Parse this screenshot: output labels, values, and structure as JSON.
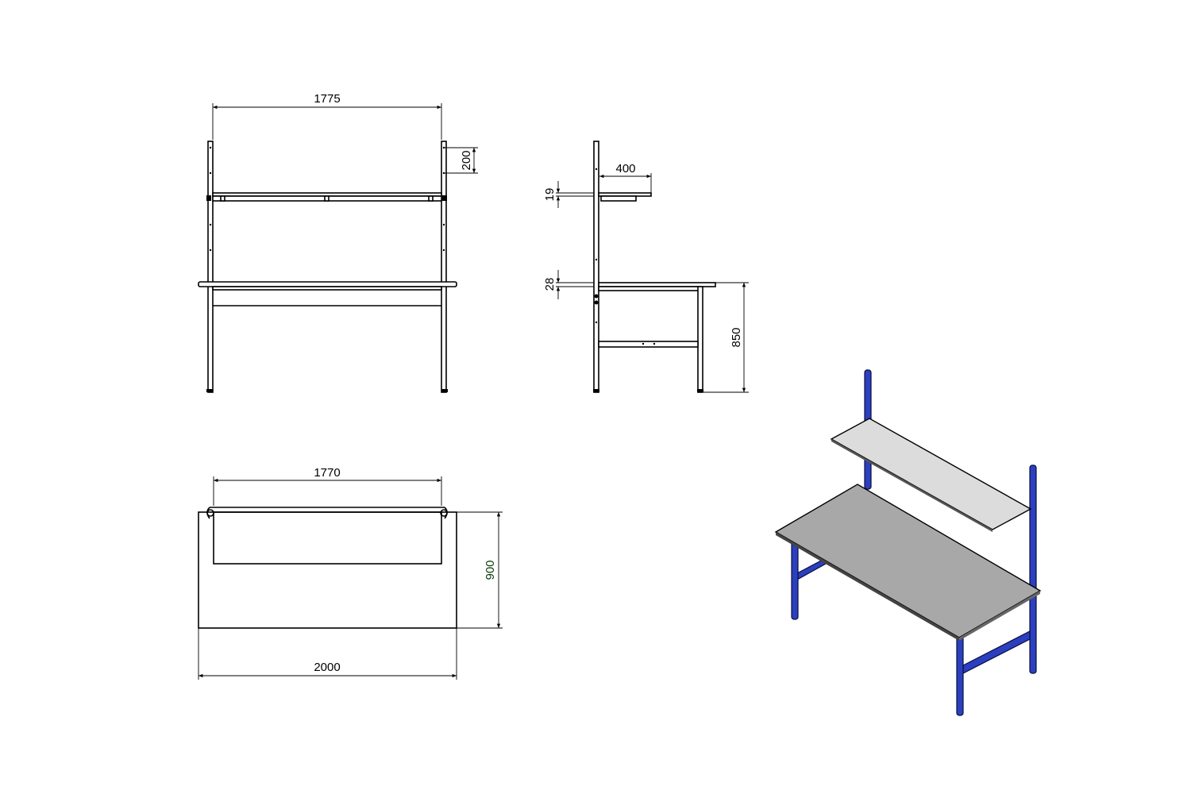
{
  "drawing": {
    "front_view": {
      "width_dim": "1775",
      "hole_spacing_dim": "200"
    },
    "side_view": {
      "shelf_depth_dim": "400",
      "shelf_thickness_dim": "19",
      "top_thickness_dim": "28",
      "height_dim": "850"
    },
    "top_view": {
      "inner_width_dim": "1770",
      "depth_dim": "900",
      "overall_width_dim": "2000"
    },
    "colors": {
      "frame": "#2b3fc0",
      "table_top": "#a8a8a8",
      "shelf": "#dcdcdc"
    }
  }
}
